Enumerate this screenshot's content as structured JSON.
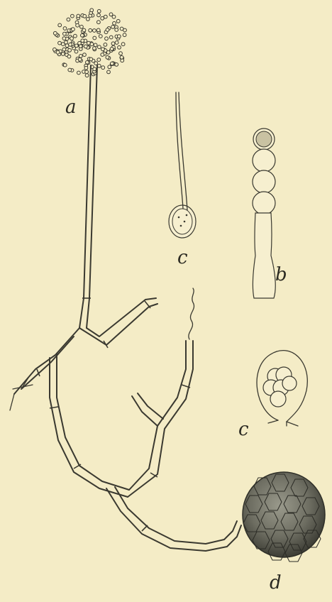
{
  "labels": {
    "a": "a",
    "c_upper": "c",
    "b": "b",
    "c_lower": "c",
    "d": "d"
  },
  "colors": {
    "paper": "#f4ecc6",
    "ink": "#3a3930",
    "zygospore_dark": "#4a4a40",
    "zygospore_mid": "#8a8a7c"
  }
}
